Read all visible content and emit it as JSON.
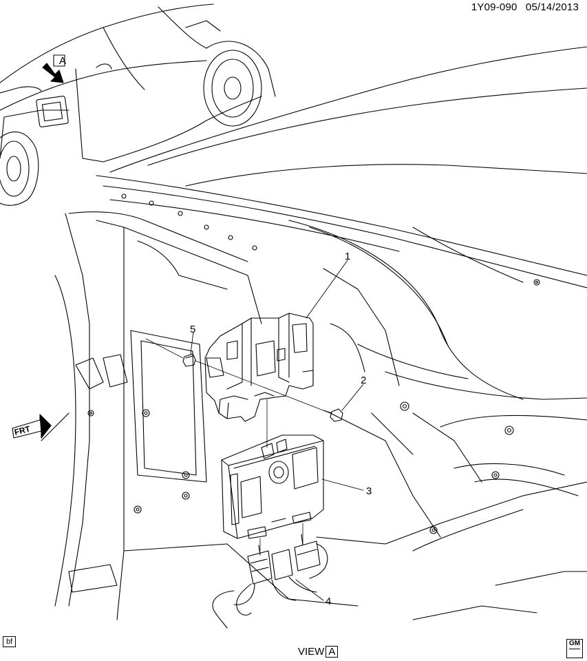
{
  "header": {
    "drawing_id": "1Y09-090",
    "date": "05/14/2013"
  },
  "callouts": [
    {
      "number": "1"
    },
    {
      "number": "2"
    },
    {
      "number": "3"
    },
    {
      "number": "4"
    },
    {
      "number": "5"
    }
  ],
  "view_indicator": {
    "prefix": "VIEW",
    "letter": "A"
  },
  "arrow_label": "A",
  "frt_label": "FRT",
  "footer": {
    "tag": "bf",
    "logo_text": "GM"
  }
}
